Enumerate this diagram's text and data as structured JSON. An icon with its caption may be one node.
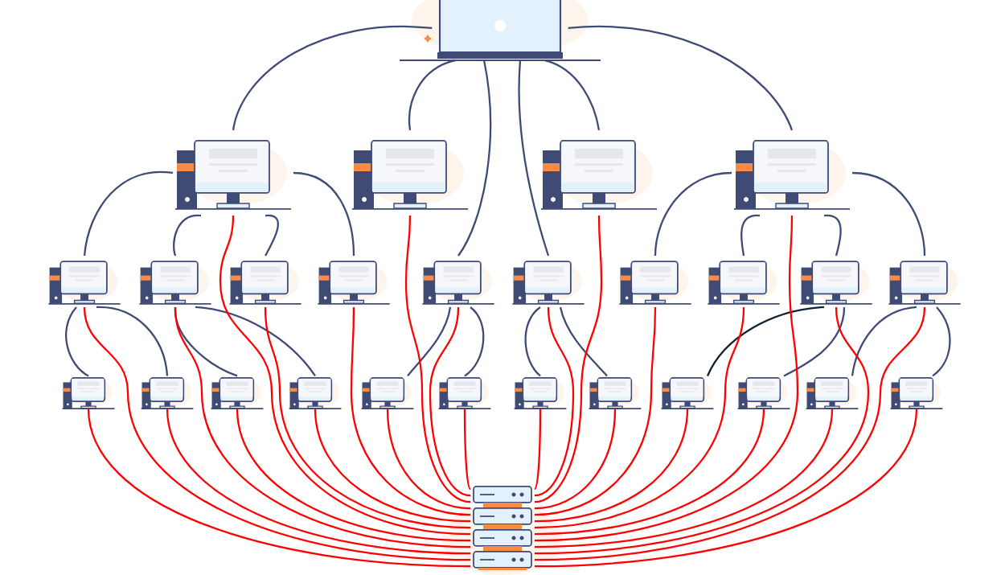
{
  "diagram": {
    "nodes": [
      {
        "text": [],
        "shape": "picture"
      },
      {
        "text": [],
        "shape": "picture"
      },
      {
        "text": [],
        "shape": "picture"
      },
      {
        "text": [],
        "shape": "picture"
      },
      {
        "text": [],
        "shape": "picture"
      },
      {
        "text": [],
        "shape": "picture"
      },
      {
        "text": [],
        "shape": "picture"
      },
      {
        "text": [],
        "shape": "picture"
      },
      {
        "text": [],
        "shape": "picture"
      },
      {
        "text": [],
        "shape": "picture"
      },
      {
        "text": [],
        "shape": "picture"
      },
      {
        "text": [],
        "shape": "picture"
      },
      {
        "text": [],
        "shape": "picture"
      },
      {
        "text": [],
        "shape": "picture"
      },
      {
        "text": [],
        "shape": "picture"
      },
      {
        "text": [],
        "shape": "picture"
      },
      {
        "text": [],
        "shape": "picture"
      },
      {
        "text": [],
        "shape": "picture"
      },
      {
        "text": [],
        "shape": "picture"
      },
      {
        "text": [],
        "shape": "picture"
      },
      {
        "text": [],
        "shape": "picture"
      },
      {
        "text": [],
        "shape": "picture"
      },
      {
        "text": [],
        "shape": "picture"
      },
      {
        "text": [],
        "shape": "picture"
      },
      {
        "text": [],
        "shape": "picture"
      },
      {
        "text": [],
        "shape": "picture"
      },
      {
        "text": [],
        "shape": "picture"
      },
      {
        "text": [],
        "shape": "picture"
      }
    ],
    "edges": [
      {
        "from": 0,
        "to": 1,
        "arrow": "none",
        "color": "#3f4a75"
      },
      {
        "from": 0,
        "to": 2,
        "arrow": "none",
        "color": "#3f4a75"
      },
      {
        "from": 0,
        "to": 9,
        "arrow": "none",
        "color": "#3f4a75"
      },
      {
        "from": 0,
        "to": 10,
        "arrow": "none",
        "color": "#3f4a75"
      },
      {
        "from": 0,
        "to": 3,
        "arrow": "none",
        "color": "#3f4a75"
      },
      {
        "from": 0,
        "to": 4,
        "arrow": "none",
        "color": "#3f4a75"
      },
      {
        "from": 1,
        "to": 5,
        "arrow": "none",
        "color": "#3f4a75"
      },
      {
        "from": 1,
        "to": 6,
        "arrow": "none",
        "color": "#3f4a75"
      },
      {
        "from": 1,
        "to": 7,
        "arrow": "none",
        "color": "#3f4a75"
      },
      {
        "from": 1,
        "to": 8,
        "arrow": "none",
        "color": "#3f4a75"
      },
      {
        "from": 4,
        "to": 11,
        "arrow": "none",
        "color": "#3f4a75"
      },
      {
        "from": 4,
        "to": 12,
        "arrow": "none",
        "color": "#3f4a75"
      },
      {
        "from": 4,
        "to": 13,
        "arrow": "none",
        "color": "#3f4a75"
      },
      {
        "from": 4,
        "to": 14,
        "arrow": "none",
        "color": "#3f4a75"
      },
      {
        "from": 5,
        "to": 15,
        "arrow": "none",
        "color": "#3f4a75"
      },
      {
        "from": 5,
        "to": 16,
        "arrow": "none",
        "color": "#3f4a75"
      },
      {
        "from": 6,
        "to": 17,
        "arrow": "none",
        "color": "#3f4a75"
      },
      {
        "from": 6,
        "to": 18,
        "arrow": "none",
        "color": "#3f4a75"
      },
      {
        "from": 9,
        "to": 19,
        "arrow": "none",
        "color": "#3f4a75"
      },
      {
        "from": 9,
        "to": 20,
        "arrow": "none",
        "color": "#3f4a75"
      },
      {
        "from": 10,
        "to": 21,
        "arrow": "none",
        "color": "#3f4a75"
      },
      {
        "from": 10,
        "to": 22,
        "arrow": "none",
        "color": "#3f4a75"
      },
      {
        "from": 13,
        "to": 23,
        "arrow": "none",
        "color": "#0d2235"
      },
      {
        "from": 13,
        "to": 24,
        "arrow": "none",
        "color": "#3f4a75"
      },
      {
        "from": 14,
        "to": 25,
        "arrow": "none",
        "color": "#3f4a75"
      },
      {
        "from": 14,
        "to": 26,
        "arrow": "none",
        "color": "#3f4a75"
      },
      {
        "from": 27,
        "to": 1,
        "arrow": "none",
        "color": "#ff0000"
      },
      {
        "from": 27,
        "to": 2,
        "arrow": "none",
        "color": "#ff0000"
      },
      {
        "from": 27,
        "to": 3,
        "arrow": "none",
        "color": "#ff0000"
      },
      {
        "from": 27,
        "to": 4,
        "arrow": "none",
        "color": "#ff0000"
      },
      {
        "from": 27,
        "to": 5,
        "arrow": "none",
        "color": "#ff0000"
      },
      {
        "from": 27,
        "to": 6,
        "arrow": "none",
        "color": "#ff0000"
      },
      {
        "from": 27,
        "to": 7,
        "arrow": "none",
        "color": "#ff0000"
      },
      {
        "from": 27,
        "to": 8,
        "arrow": "none",
        "color": "#ff0000"
      },
      {
        "from": 27,
        "to": 9,
        "arrow": "none",
        "color": "#ff0000"
      },
      {
        "from": 27,
        "to": 10,
        "arrow": "none",
        "color": "#ff0000"
      },
      {
        "from": 27,
        "to": 11,
        "arrow": "none",
        "color": "#ff0000"
      },
      {
        "from": 27,
        "to": 12,
        "arrow": "none",
        "color": "#ff0000"
      },
      {
        "from": 27,
        "to": 13,
        "arrow": "none",
        "color": "#ff0000"
      },
      {
        "from": 27,
        "to": 14,
        "arrow": "none",
        "color": "#ff0000"
      },
      {
        "from": 27,
        "to": 15,
        "arrow": "none",
        "color": "#ff0000"
      },
      {
        "from": 27,
        "to": 16,
        "arrow": "none",
        "color": "#ff0000"
      },
      {
        "from": 27,
        "to": 17,
        "arrow": "none",
        "color": "#ff0000"
      },
      {
        "from": 27,
        "to": 18,
        "arrow": "none",
        "color": "#ff0000"
      },
      {
        "from": 27,
        "to": 19,
        "arrow": "none",
        "color": "#ff0000"
      },
      {
        "from": 27,
        "to": 20,
        "arrow": "none",
        "color": "#ff0000"
      },
      {
        "from": 27,
        "to": 21,
        "arrow": "none",
        "color": "#ff0000"
      },
      {
        "from": 27,
        "to": 22,
        "arrow": "none",
        "color": "#ff0000"
      },
      {
        "from": 27,
        "to": 23,
        "arrow": "none",
        "color": "#ff0000"
      },
      {
        "from": 27,
        "to": 24,
        "arrow": "none",
        "color": "#ff0000"
      },
      {
        "from": 27,
        "to": 25,
        "arrow": "none",
        "color": "#ff0000"
      },
      {
        "from": 27,
        "to": 26,
        "arrow": "none",
        "color": "#ff0000"
      }
    ]
  }
}
